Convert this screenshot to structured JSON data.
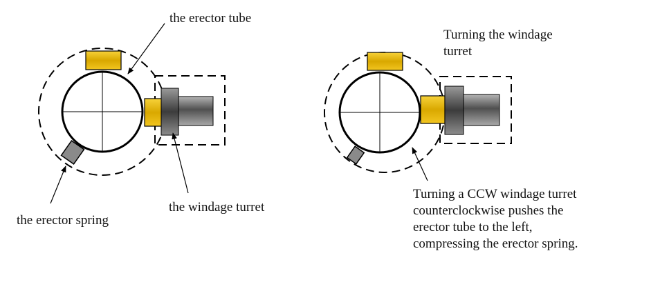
{
  "left_panel": {
    "labels": {
      "erector_tube": "the erector tube",
      "erector_spring": "the erector spring",
      "windage_turret": "the windage turret"
    }
  },
  "right_panel": {
    "title_lines": [
      "Turning the windage",
      "turret"
    ],
    "caption_lines": [
      "Turning a CCW windage turret",
      "counterclockwise pushes the",
      "erector tube to the left,",
      "compressing the erector spring."
    ]
  },
  "colors": {
    "tube_block": "#e6b800",
    "spring": "#8a8a8a",
    "turret_dark": "#5a5a5a",
    "turret_light": "#9a9a9a",
    "outline": "#000000"
  }
}
